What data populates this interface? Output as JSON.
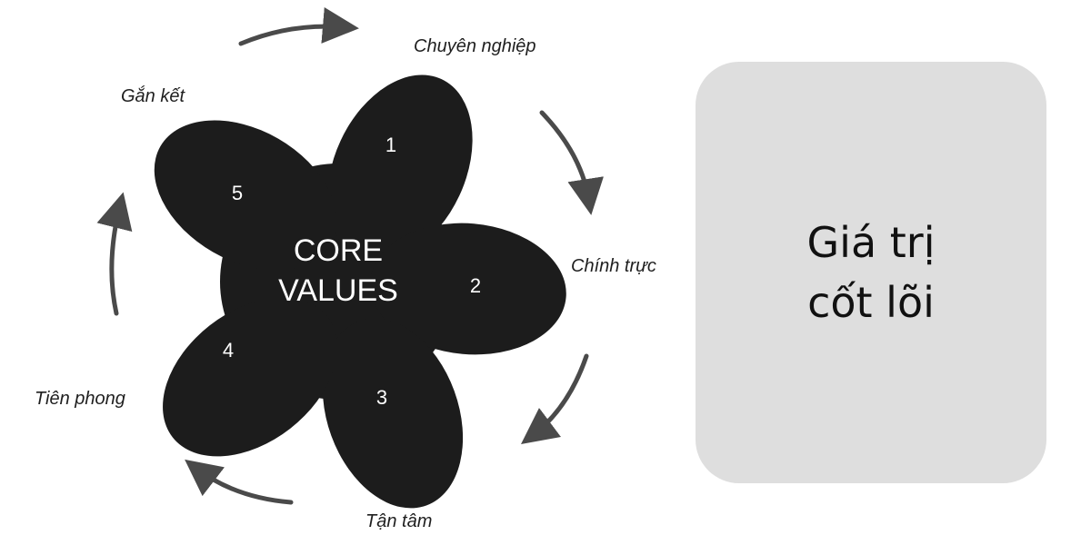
{
  "diagram": {
    "center_text": [
      "CORE",
      "VALUES"
    ],
    "values": [
      {
        "number": "1",
        "label": "Chuyên nghiệp"
      },
      {
        "number": "2",
        "label": "Chính trực"
      },
      {
        "number": "3",
        "label": "Tận tâm"
      },
      {
        "number": "4",
        "label": "Tiên phong"
      },
      {
        "number": "5",
        "label": "Gắn kết"
      }
    ],
    "flower_color": "#1c1c1c",
    "arrow_color": "#4a4a4a"
  },
  "card": {
    "lines": [
      "Giá trị",
      "cốt lõi"
    ],
    "background": "#dedede"
  }
}
